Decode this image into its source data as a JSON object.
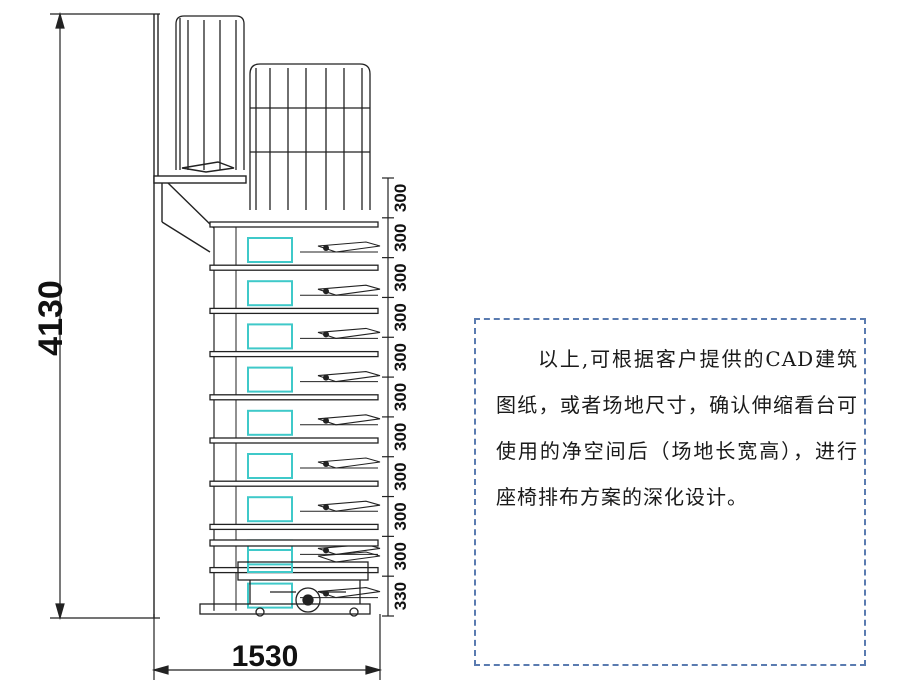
{
  "dimensions": {
    "total_height": "4130",
    "total_width": "1530",
    "tiers": [
      "300",
      "300",
      "300",
      "300",
      "300",
      "300",
      "300",
      "300",
      "300",
      "300",
      "330"
    ]
  },
  "note": {
    "text": "以上,可根据客户提供的CAD建筑图纸，或者场地尺寸，确认伸缩看台可使用的净空间后（场地长宽高），进行座椅排布方案的深化设计。"
  },
  "colors": {
    "line": "#222222",
    "seat_highlight": "#3fc9c9",
    "note_border": "#5a7bb0"
  }
}
